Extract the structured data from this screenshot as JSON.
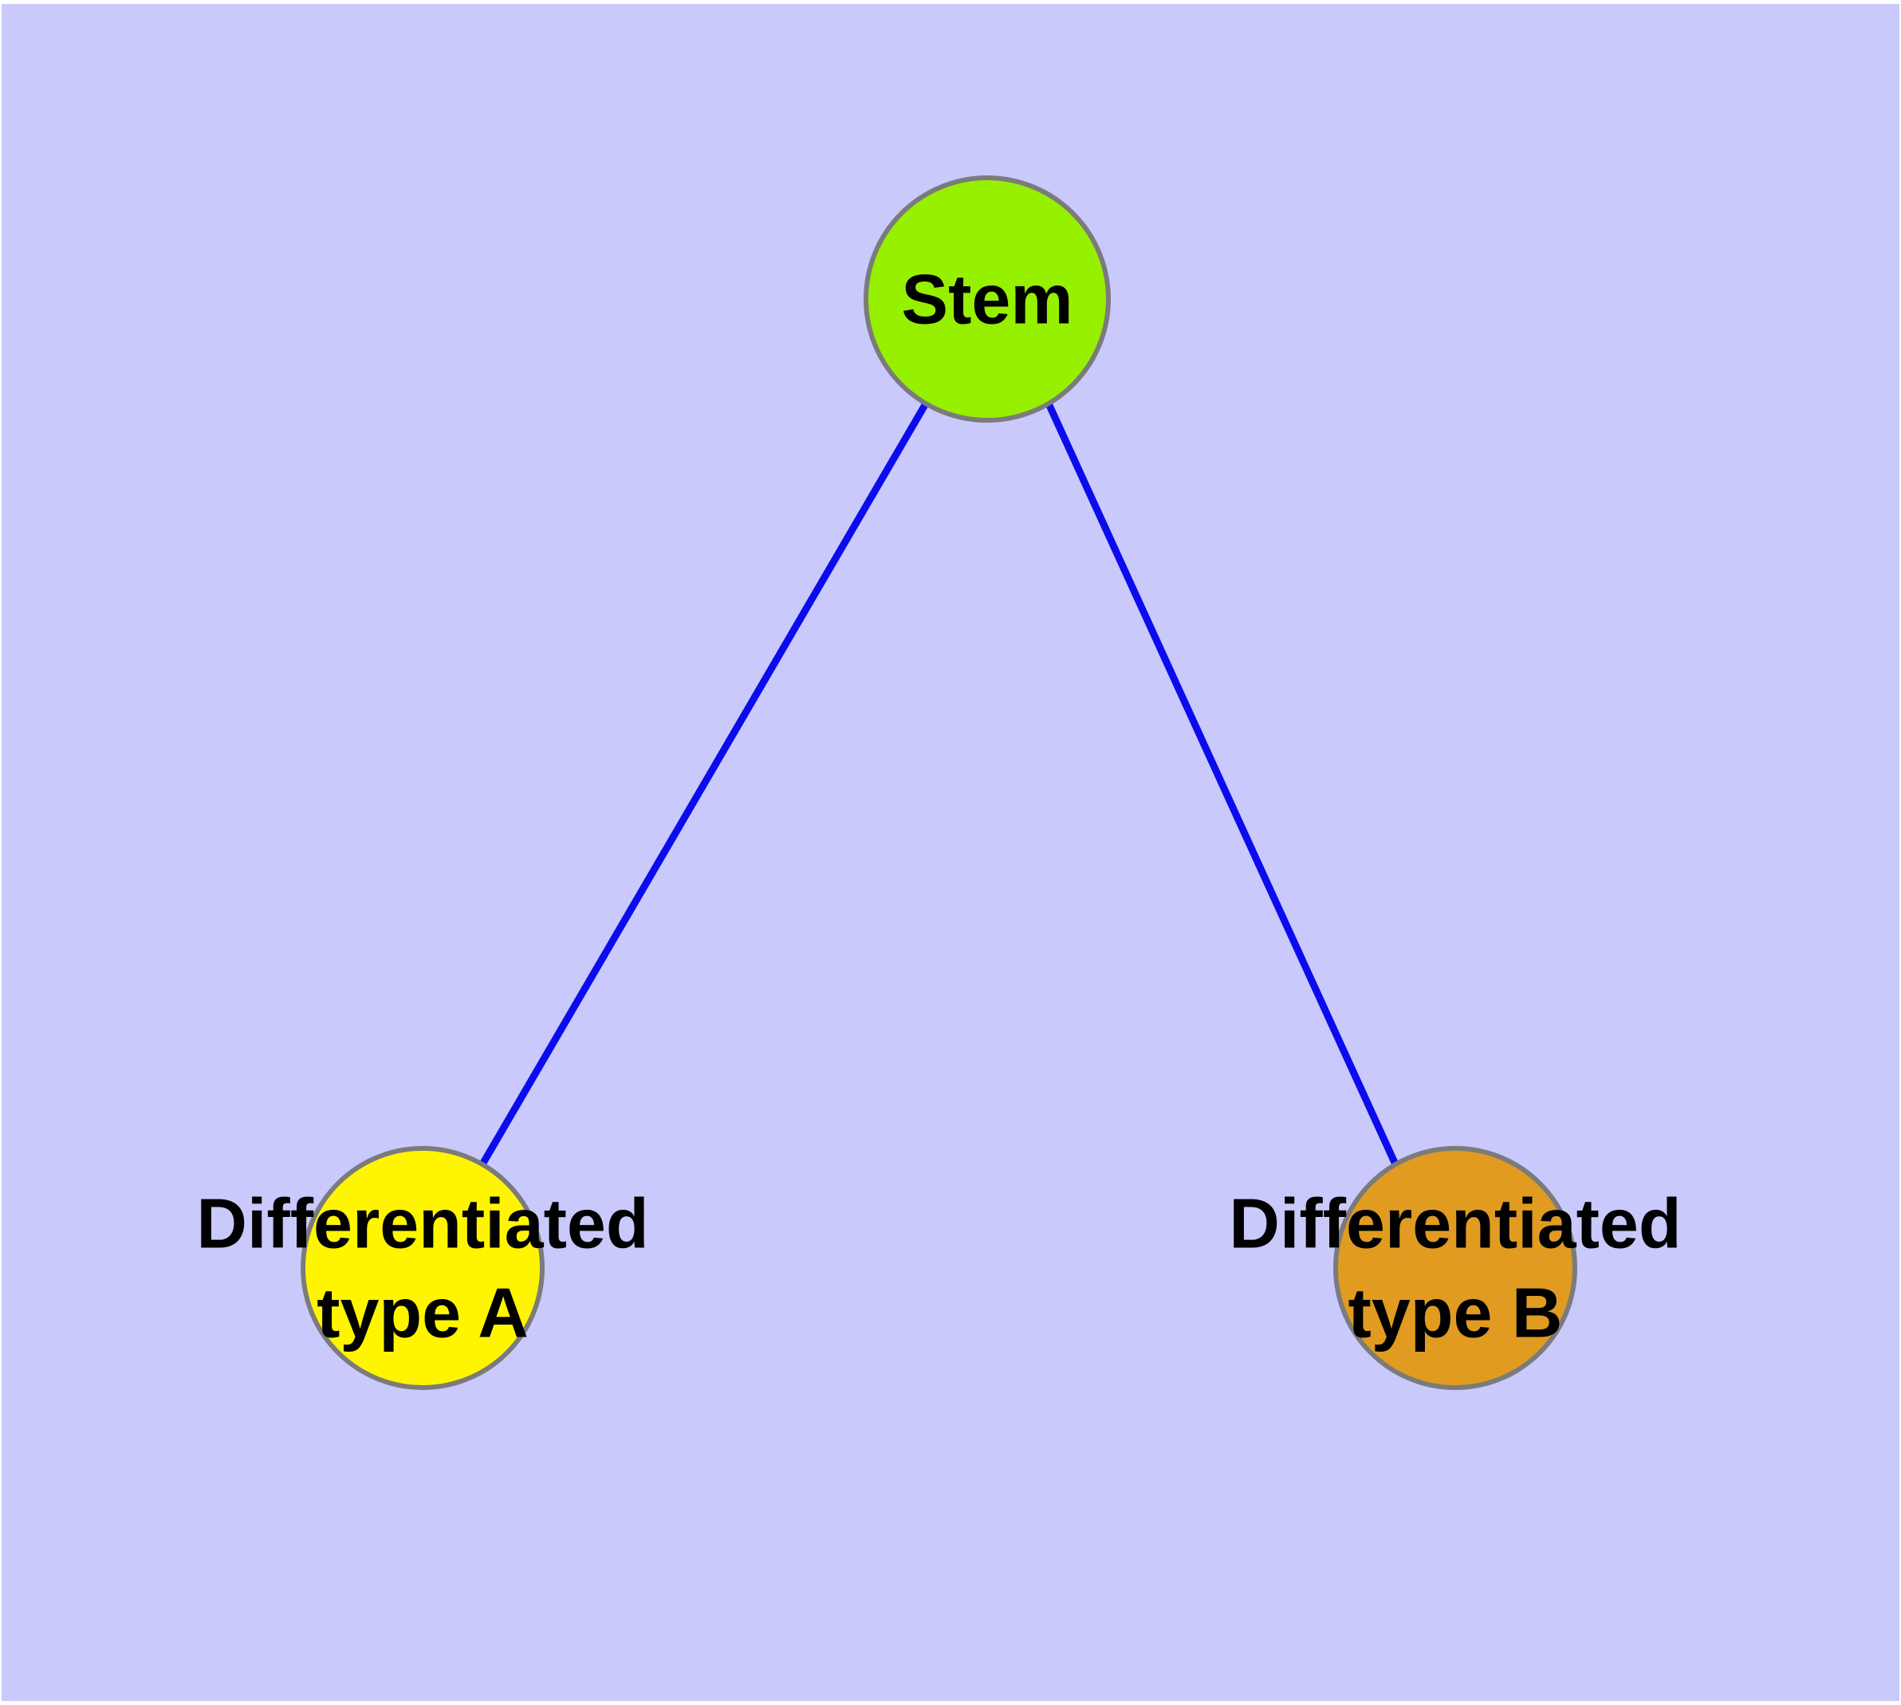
{
  "canvas": {
    "outer_background": "#ffffff",
    "panel_color": "#c9c9fb"
  },
  "diagram": {
    "type": "graph",
    "edge_color": "#0b0bee",
    "node_border_color": "#7b7b7b",
    "label_color": "#000000",
    "nodes": [
      {
        "id": "stem",
        "label": "Stem",
        "color": "#97f000"
      },
      {
        "id": "differentiated-type-a",
        "label_line1": "Differentiated",
        "label_line2": "type A",
        "color": "#fff500"
      },
      {
        "id": "differentiated-type-b",
        "label_line1": "Differentiated",
        "label_line2": "type B",
        "color": "#e09b20"
      }
    ],
    "edges": [
      {
        "from": "Stem",
        "to": "Differentiated type A"
      },
      {
        "from": "Stem",
        "to": "Differentiated type B"
      }
    ]
  }
}
